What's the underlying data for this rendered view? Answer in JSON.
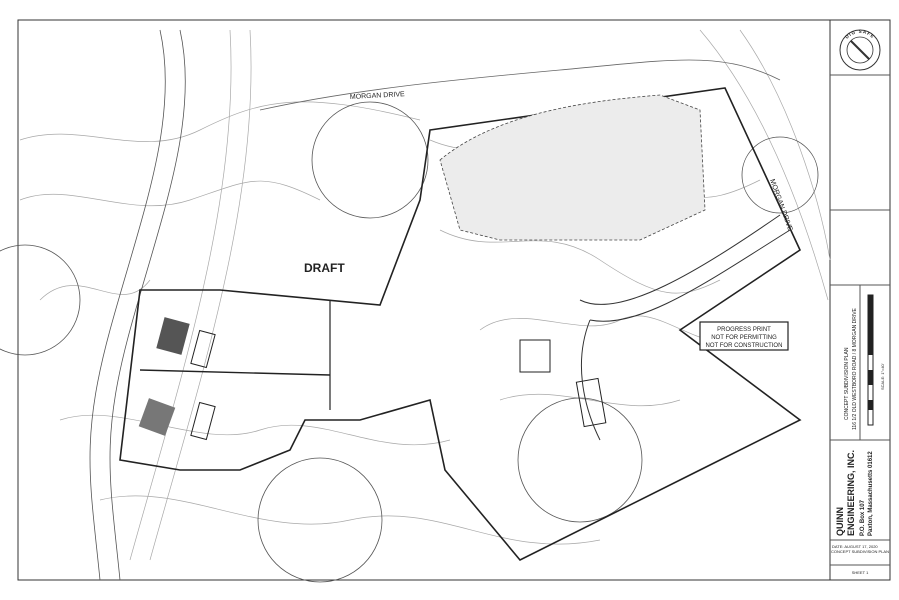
{
  "drawing": {
    "road_label_top": "MORGAN DRIVE",
    "road_label_right": "MORGAN DRIVE",
    "draft_label": "DRAFT",
    "notice": [
      "PROGRESS PRINT",
      "NOT FOR PERMITTING",
      "NOT FOR CONSTRUCTION"
    ]
  },
  "title_block": {
    "dig_safe": "DIG SAFE",
    "project_title": "CONCEPT SUBDIVISION PLAN",
    "project_address": "116 1/2 OLD WESTBORO ROAD / 8 MORGAN DRIVE",
    "scale": "SCALE: 1\"=40'",
    "company_name_1": "QUINN",
    "company_name_2": "ENGINEERING, INC.",
    "po_box": "P.O. Box 107",
    "city": "Paxton, Massachusetts 01612",
    "date": "DATE: AUGUST 17, 2020",
    "sheet_title": "CONCEPT SUBDIVISION PLAN",
    "sheet_number": "SHEET 1"
  },
  "colors": {
    "line": "#222222",
    "paper": "#ffffff",
    "contour": "#9a9a9a"
  }
}
